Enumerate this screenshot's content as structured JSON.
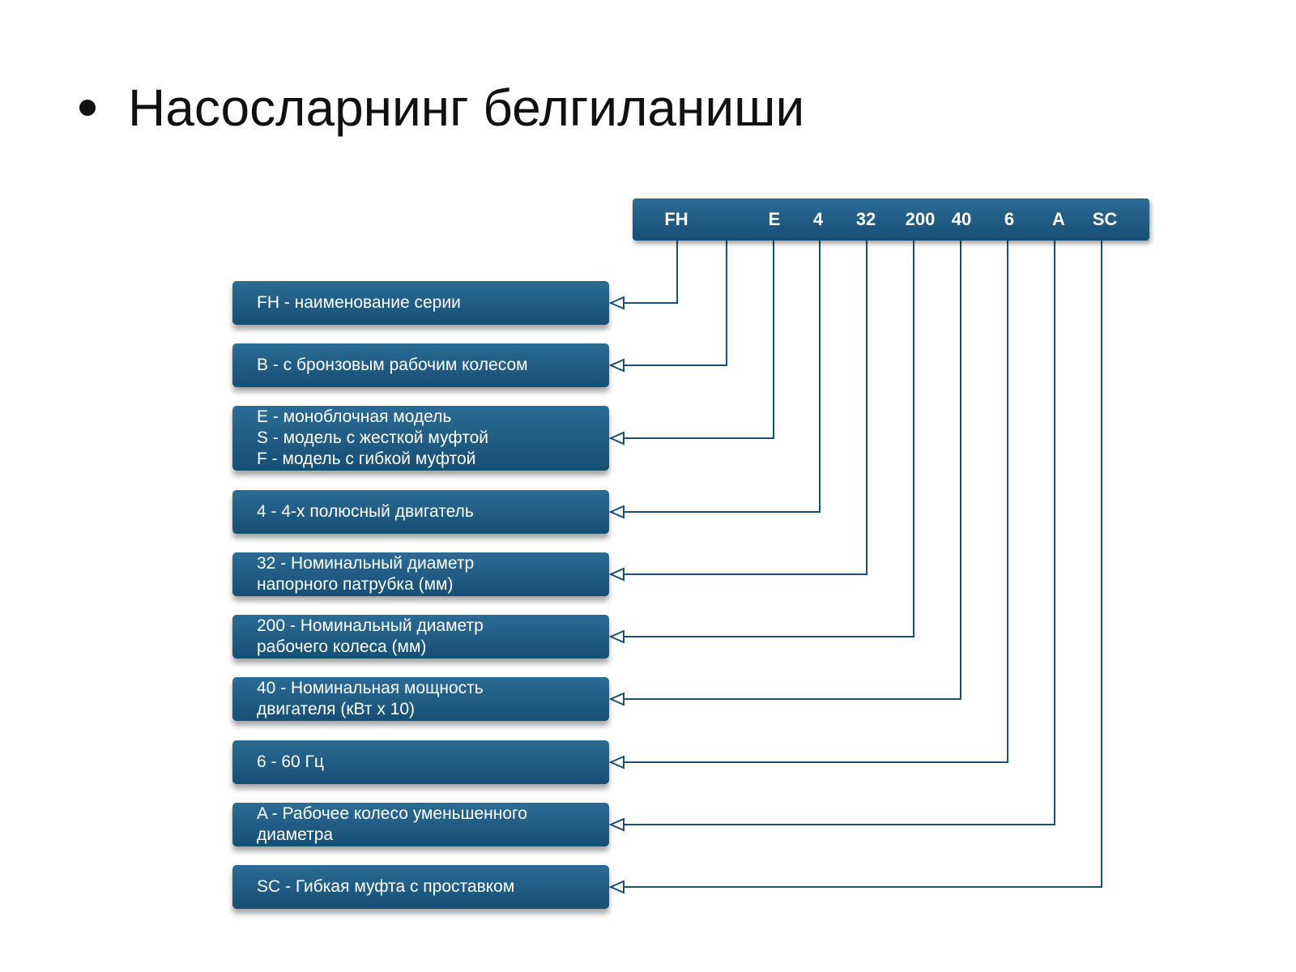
{
  "slide": {
    "title": "Насосларнинг белгиланиши"
  },
  "code_segments": [
    "FH",
    "E",
    "4",
    "32",
    "200",
    "40",
    "6",
    "A",
    "SC"
  ],
  "descriptions": [
    "FH - наименование серии",
    "B - с бронзовым рабочим колесом",
    "E - моноблочная модель\nS - модель с жесткой муфтой\nF - модель с гибкой муфтой",
    "4 - 4-х полюсный двигатель",
    "32 - Номинальный диаметр\nнапорного патрубка (мм)",
    "200 - Номинальный диаметр\nрабочего колеса (мм)",
    "40 - Номинальная мощность\nдвигателя (кВт x 10)",
    "6 - 60 Гц",
    "A - Рабочее колесо уменьшенного\nдиаметра",
    "SC - Гибкая муфта с проставком"
  ],
  "colors": {
    "box_top": "#2b6c95",
    "box_bottom": "#174e74",
    "connector": "#1d4f73"
  }
}
